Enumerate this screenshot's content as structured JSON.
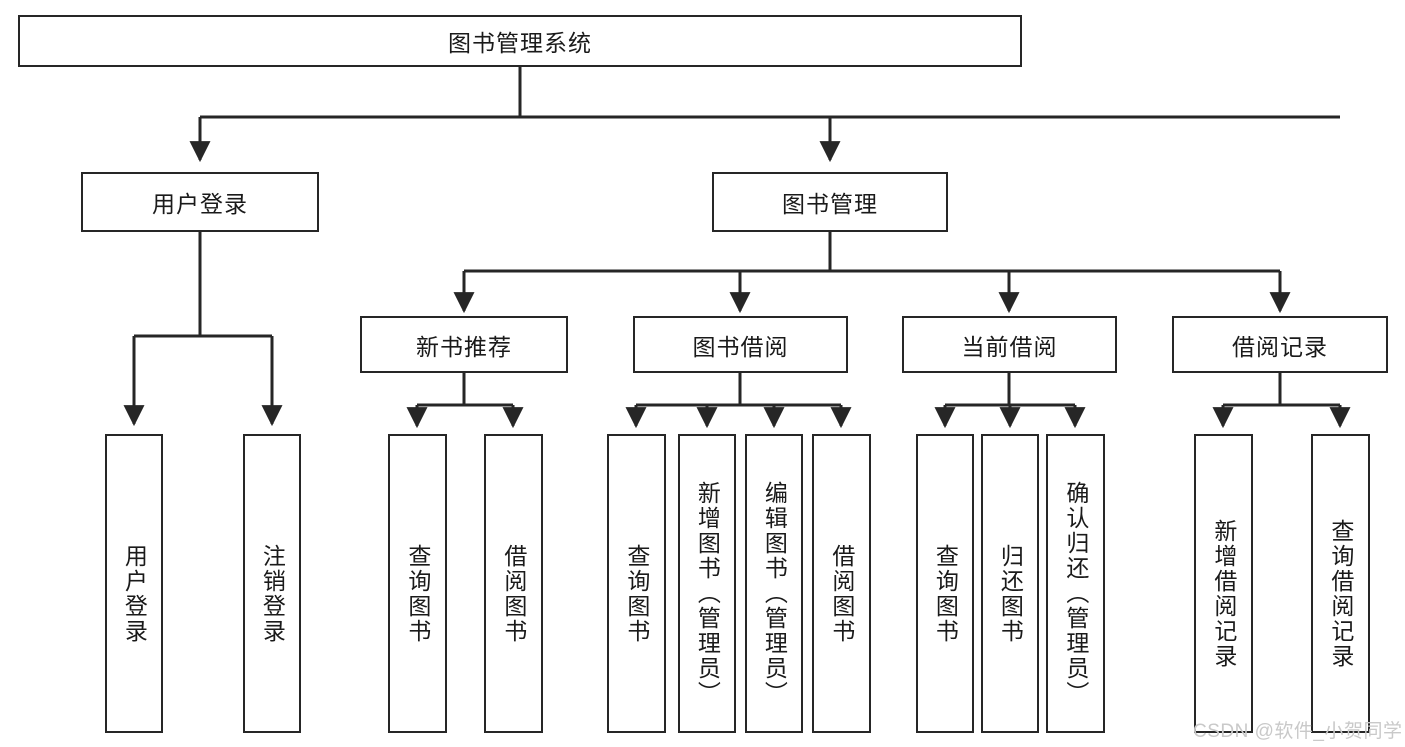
{
  "diagram": {
    "title_node": {
      "label": "图书管理系统"
    },
    "level1": [
      {
        "id": "user-login",
        "label": "用户登录"
      },
      {
        "id": "book-management",
        "label": "图书管理"
      }
    ],
    "level2": [
      {
        "id": "new-book-recommend",
        "label": "新书推荐",
        "parent": "book-management"
      },
      {
        "id": "book-borrow",
        "label": "图书借阅",
        "parent": "book-management"
      },
      {
        "id": "current-borrow",
        "label": "当前借阅",
        "parent": "book-management"
      },
      {
        "id": "borrow-record",
        "label": "借阅记录",
        "parent": "book-management"
      }
    ],
    "leaves": [
      {
        "id": "leaf-user-login",
        "label": "用户登录",
        "parent": "user-login"
      },
      {
        "id": "leaf-logout-login",
        "label": "注销登录",
        "parent": "user-login"
      },
      {
        "id": "leaf-query-book-1",
        "label": "查询图书",
        "parent": "new-book-recommend"
      },
      {
        "id": "leaf-borrow-book-1",
        "label": "借阅图书",
        "parent": "new-book-recommend"
      },
      {
        "id": "leaf-query-book-2",
        "label": "查询图书",
        "parent": "book-borrow"
      },
      {
        "id": "leaf-add-book",
        "label": "新增图书（管理员）",
        "parent": "book-borrow"
      },
      {
        "id": "leaf-edit-book",
        "label": "编辑图书（管理员）",
        "parent": "book-borrow"
      },
      {
        "id": "leaf-borrow-book-2",
        "label": "借阅图书",
        "parent": "book-borrow"
      },
      {
        "id": "leaf-query-book-3",
        "label": "查询图书",
        "parent": "current-borrow"
      },
      {
        "id": "leaf-return-book",
        "label": "归还图书",
        "parent": "current-borrow"
      },
      {
        "id": "leaf-confirm-return",
        "label": "确认归还（管理员）",
        "parent": "current-borrow"
      },
      {
        "id": "leaf-add-record",
        "label": "新增借阅记录",
        "parent": "borrow-record"
      },
      {
        "id": "leaf-query-record",
        "label": "查询借阅记录",
        "parent": "borrow-record"
      }
    ],
    "watermark": "CSDN @软件_小贺同学",
    "colors": {
      "stroke": "#262626",
      "background": "#ffffff",
      "text": "#1a1a1a",
      "watermark": "#c9c9c9"
    }
  }
}
